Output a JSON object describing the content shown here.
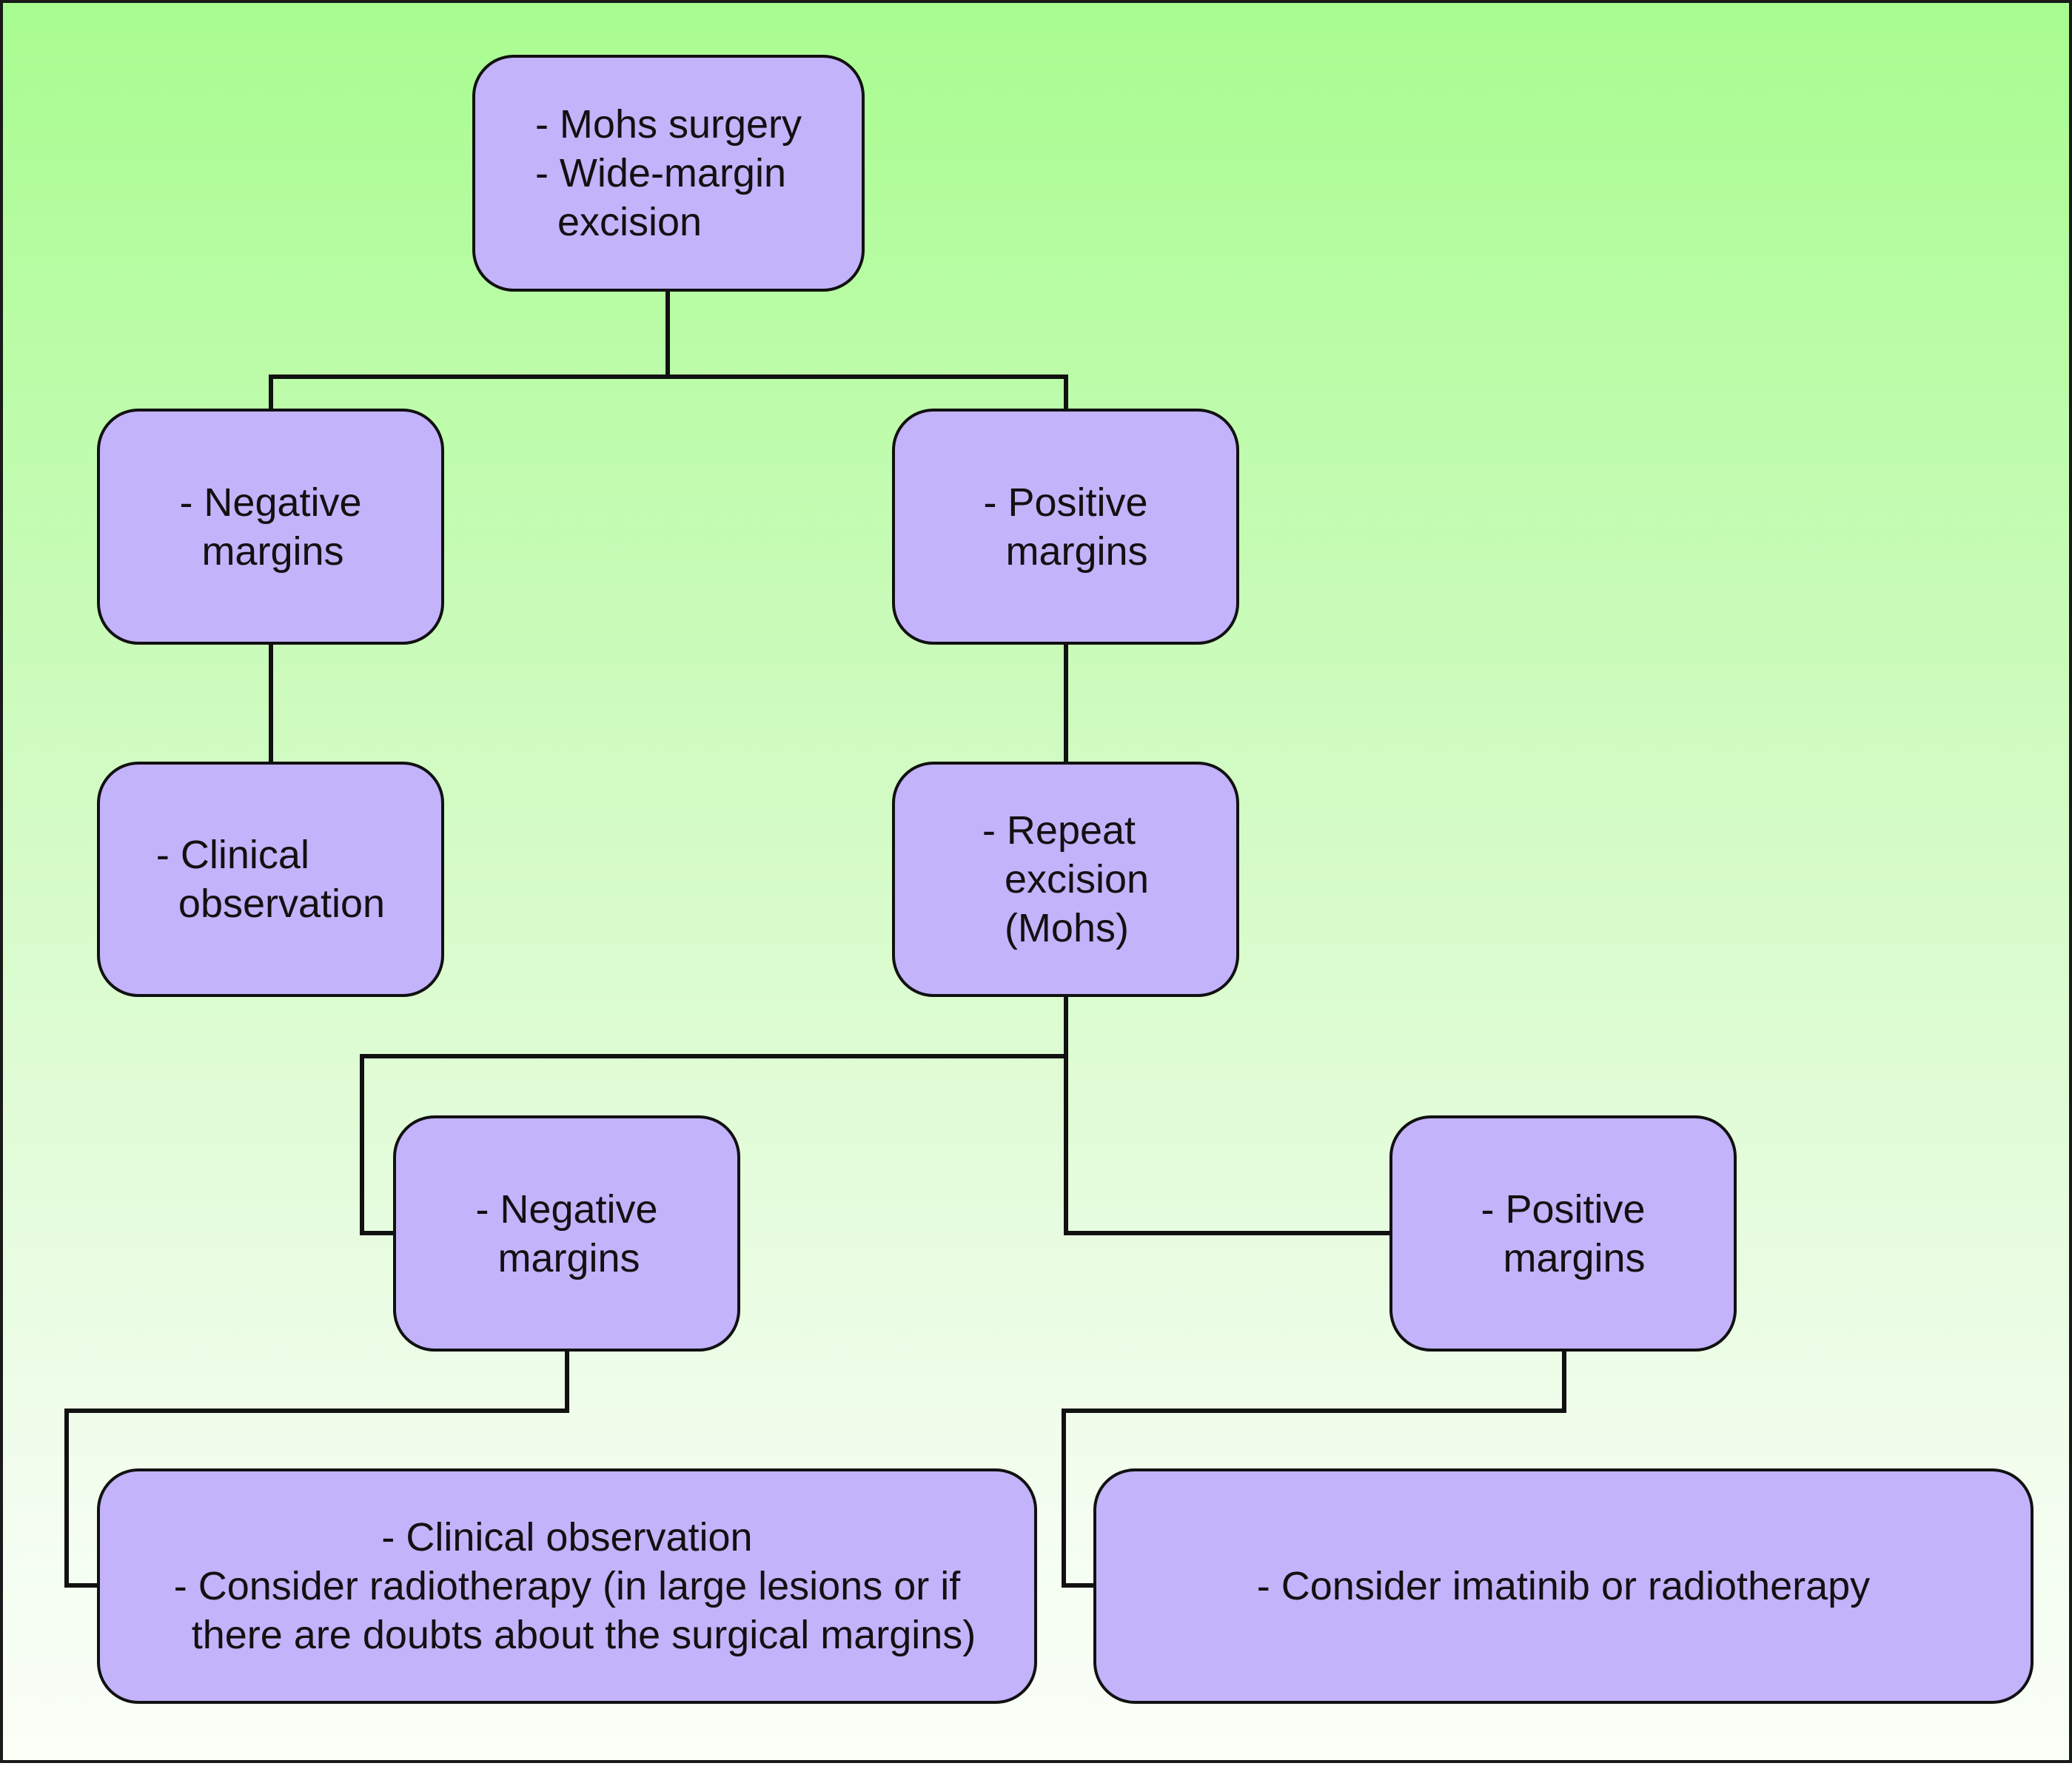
{
  "diagram": {
    "colors": {
      "node_fill": "#c2b3fb",
      "line": "#111111",
      "background_top": "#a8fc90",
      "background_bottom": "#fafff8"
    },
    "nodes": {
      "root": "- Mohs surgery\n- Wide-margin\n  excision",
      "neg1": "- Negative\n  margins",
      "pos1": "- Positive\n  margins",
      "obs1": "- Clinical\n  observation",
      "repeat": "- Repeat\n  excision\n  (Mohs)",
      "neg2": "- Negative\n  margins",
      "pos2": "- Positive\n  margins",
      "final_left": "- Clinical observation\n- Consider radiotherapy (in large lesions or if\n   there are doubts about the surgical margins)",
      "final_right": "- Consider imatinib or radiotherapy"
    }
  }
}
